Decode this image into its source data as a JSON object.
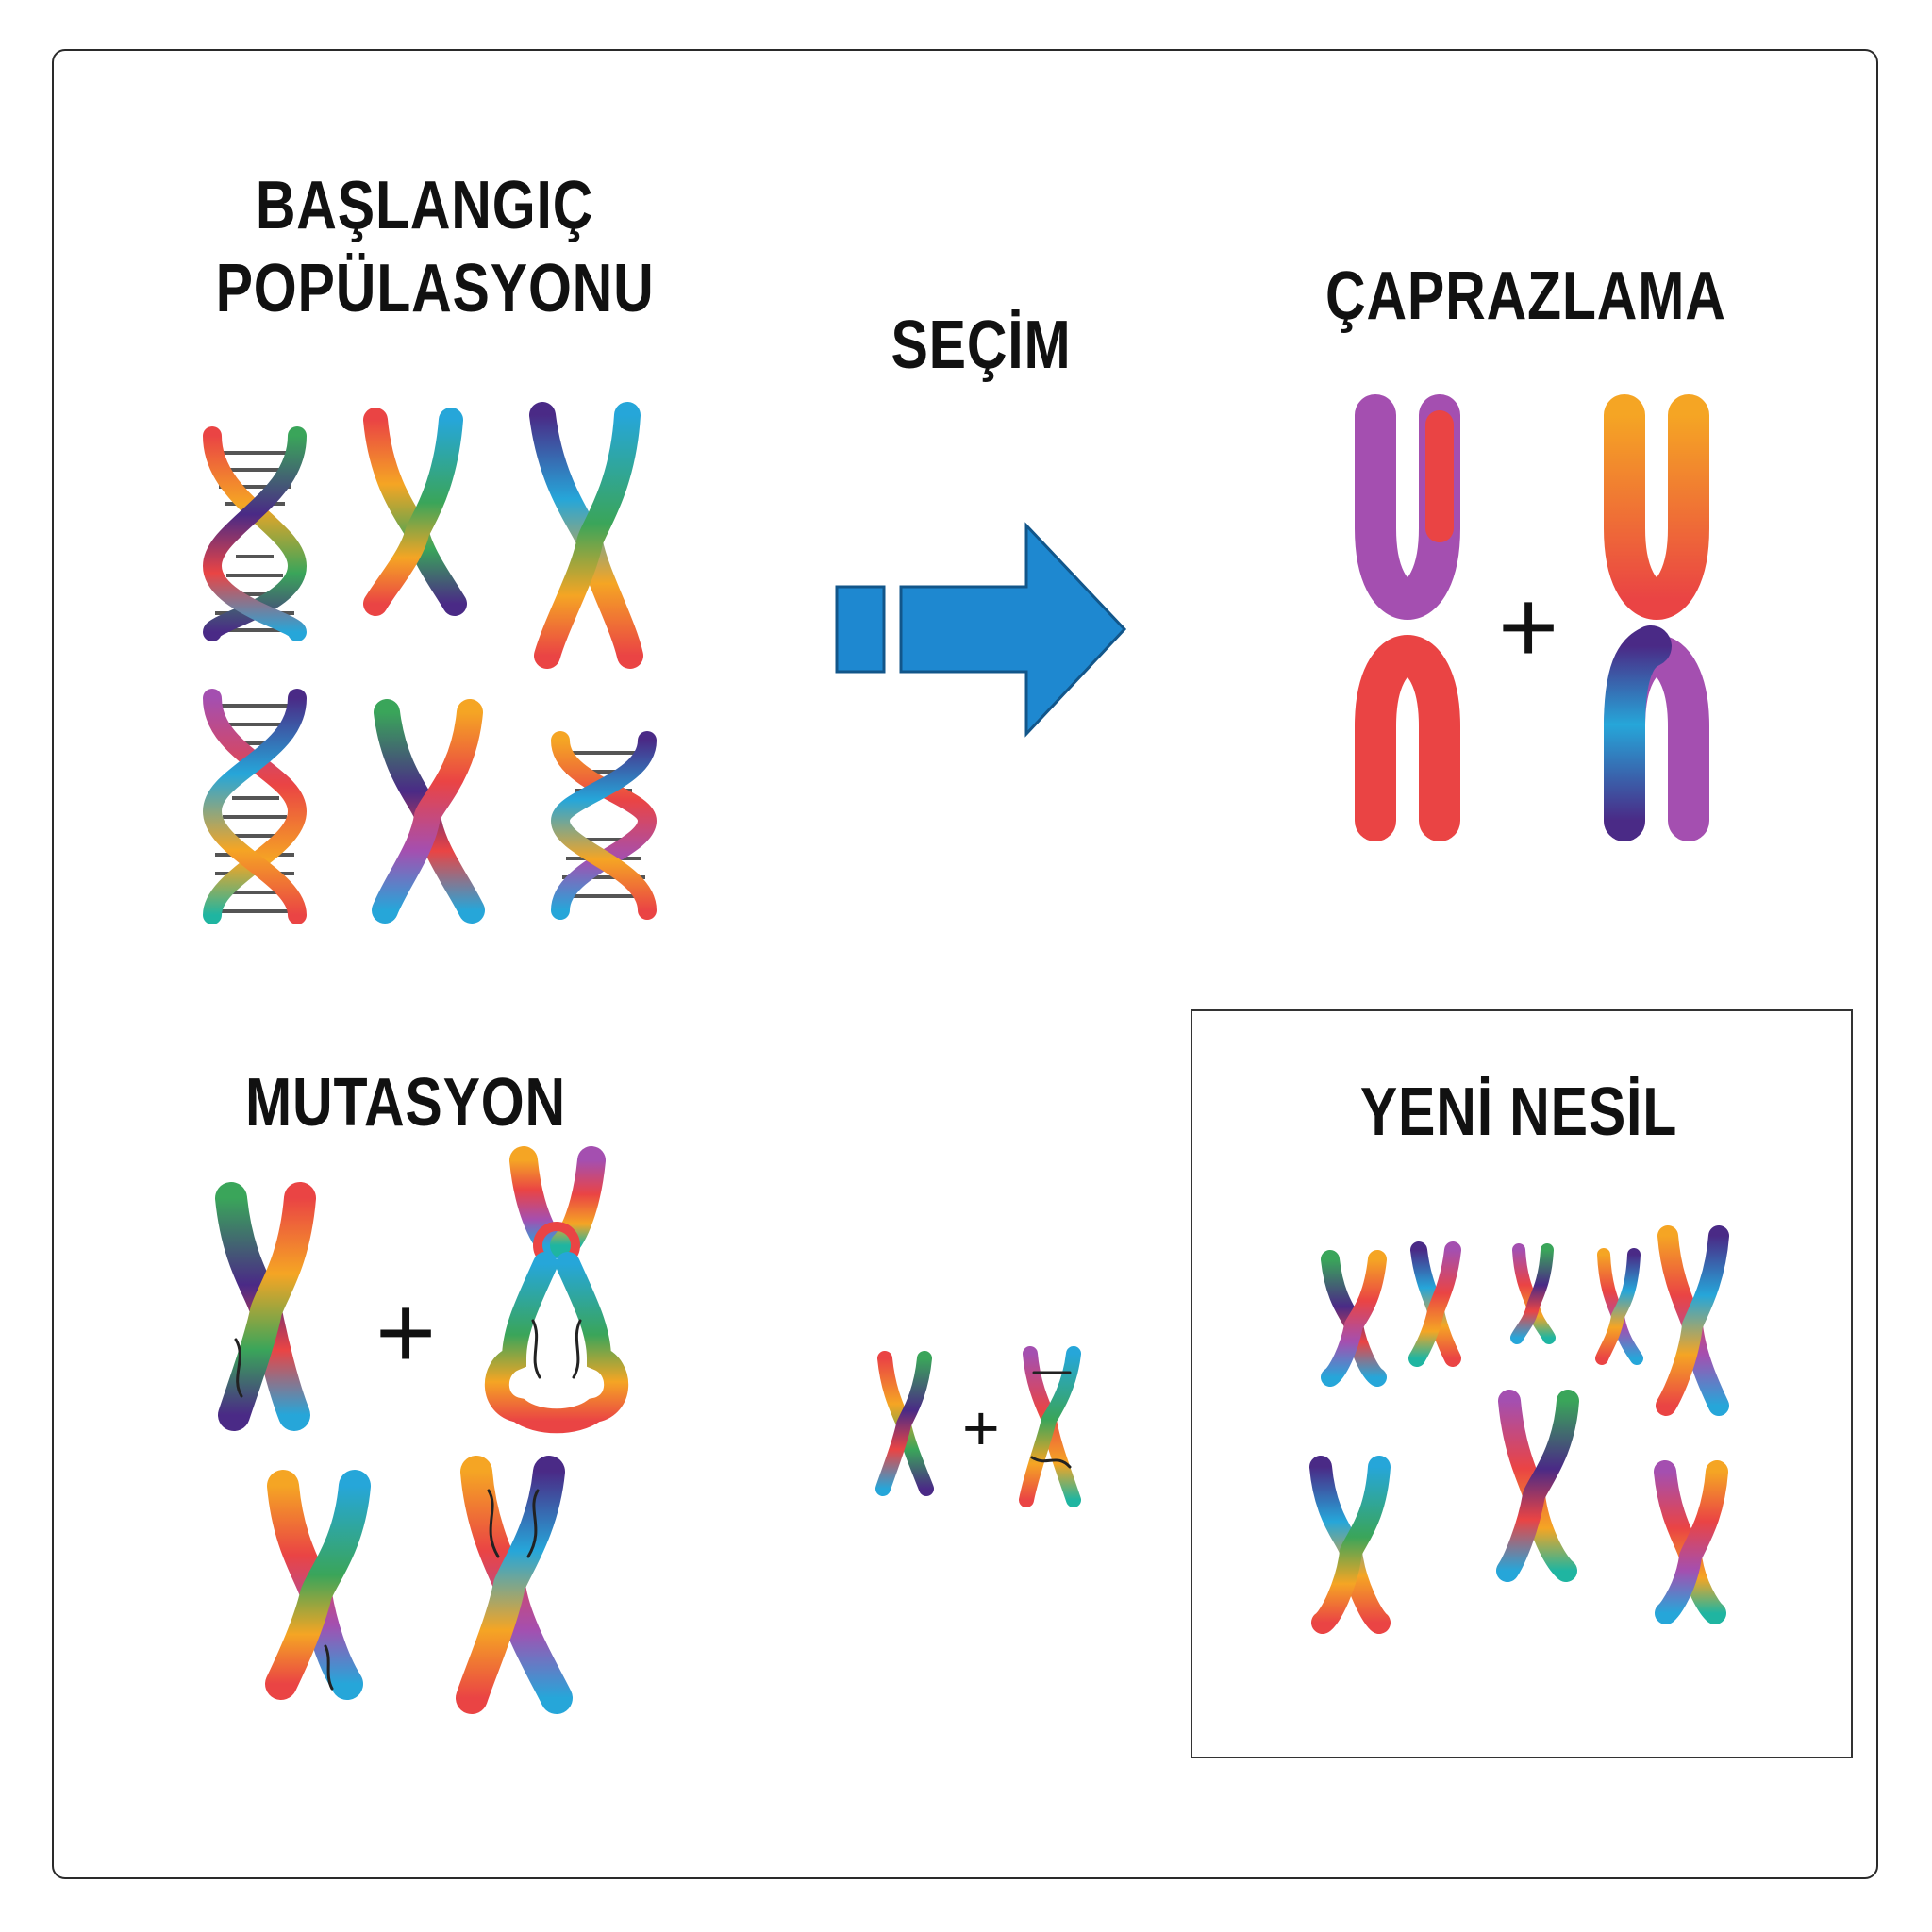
{
  "stages": {
    "initial_population": [
      "BAŞLANGIÇ",
      "POPÜLASYONU"
    ],
    "selection": "SEÇİM",
    "crossover": "ÇAPRAZLAMA",
    "mutation": "MUTASYON",
    "new_generation": "YENİ NESİL"
  },
  "symbols": {
    "plus": "+"
  },
  "colors": {
    "arrow": "#1e88d0",
    "arrow_stroke": "#12568a",
    "purple": "#a44fb0",
    "red": "#ea4444",
    "orange": "#f5a524",
    "green": "#3aa55a",
    "blue": "#26a6d9",
    "indigo": "#4a2a86",
    "teal": "#1fb5a1"
  }
}
